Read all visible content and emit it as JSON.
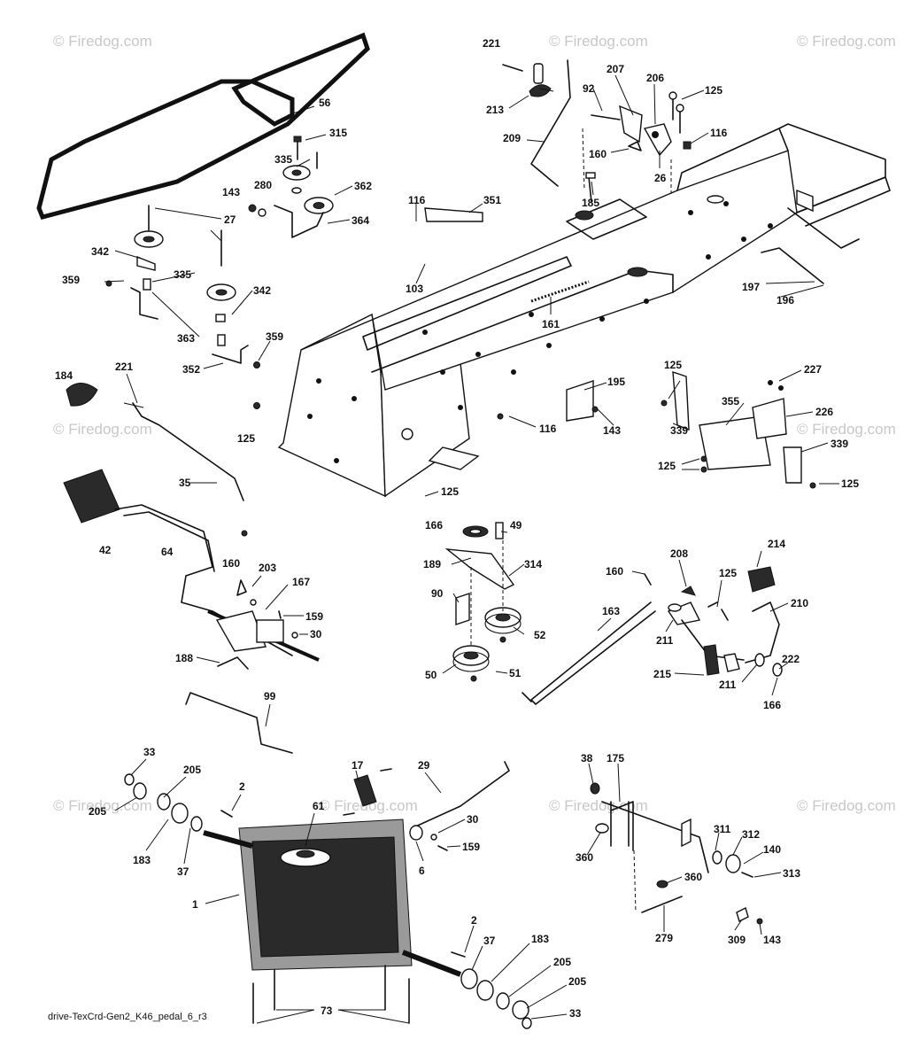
{
  "watermark": "© Firedog.com",
  "diagram_code": "drive-TexCrd-Gen2_K46_pedal_6_r3",
  "callouts": [
    "56",
    "221",
    "213",
    "207",
    "92",
    "206",
    "125",
    "209",
    "116",
    "160",
    "26",
    "185",
    "315",
    "335",
    "362",
    "280",
    "143",
    "364",
    "27",
    "342",
    "359",
    "116",
    "351",
    "103",
    "161",
    "197",
    "196",
    "184",
    "221",
    "363",
    "352",
    "359",
    "125",
    "125",
    "195",
    "143",
    "116",
    "227",
    "226",
    "355",
    "339",
    "339",
    "125",
    "125",
    "35",
    "125",
    "42",
    "64",
    "160",
    "203",
    "167",
    "159",
    "30",
    "188",
    "166",
    "49",
    "189",
    "314",
    "90",
    "52",
    "50",
    "51",
    "160",
    "208",
    "214",
    "125",
    "210",
    "211",
    "222",
    "215",
    "211",
    "166",
    "163",
    "99",
    "33",
    "205",
    "205",
    "2",
    "183",
    "37",
    "17",
    "61",
    "29",
    "30",
    "159",
    "6",
    "1",
    "2",
    "37",
    "183",
    "205",
    "205",
    "33",
    "73",
    "38",
    "175",
    "360",
    "311",
    "312",
    "140",
    "313",
    "360",
    "279",
    "309",
    "143"
  ]
}
